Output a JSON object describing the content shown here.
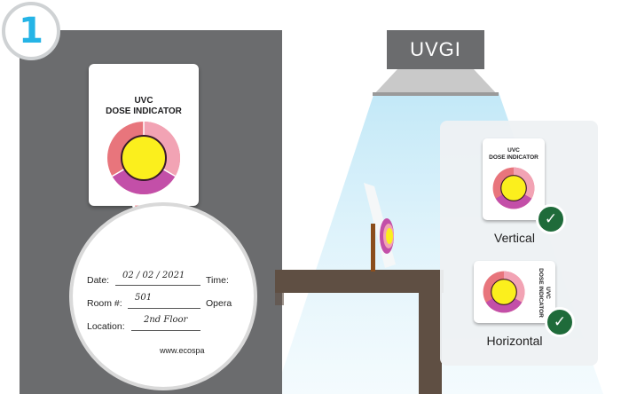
{
  "step": {
    "number": "1"
  },
  "indicator": {
    "title_line1": "UVC",
    "title_line2": "DOSE INDICATOR"
  },
  "form": {
    "date_label": "Date:",
    "date_value": "02 / 02 / 2021",
    "time_label": "Time:",
    "room_label": "Room #:",
    "room_value": "501",
    "operator_label": "Opera",
    "location_label": "Location:",
    "location_value": "2nd Floor",
    "website": "www.ecospa"
  },
  "lamp": {
    "label": "UVGI"
  },
  "results": {
    "vertical": {
      "label": "Vertical",
      "card_line1": "UVC",
      "card_line2": "DOSE INDICATOR"
    },
    "horizontal": {
      "label": "Horizontal",
      "card_line1": "UVC",
      "card_line2": "DOSE INDICATOR"
    }
  },
  "icons": {
    "check": "checkmark-icon",
    "lamp": "uv-lamp-icon"
  },
  "colors": {
    "panel_gray": "#6b6c6e",
    "step_blue": "#25b4e6",
    "uv_light": "#bfe7f7",
    "ring_salmon": "#e8757c",
    "ring_pink": "#f2a3b4",
    "ring_purple": "#c34fa8",
    "center_yellow": "#fbef1d",
    "check_green": "#1f6b3a"
  }
}
